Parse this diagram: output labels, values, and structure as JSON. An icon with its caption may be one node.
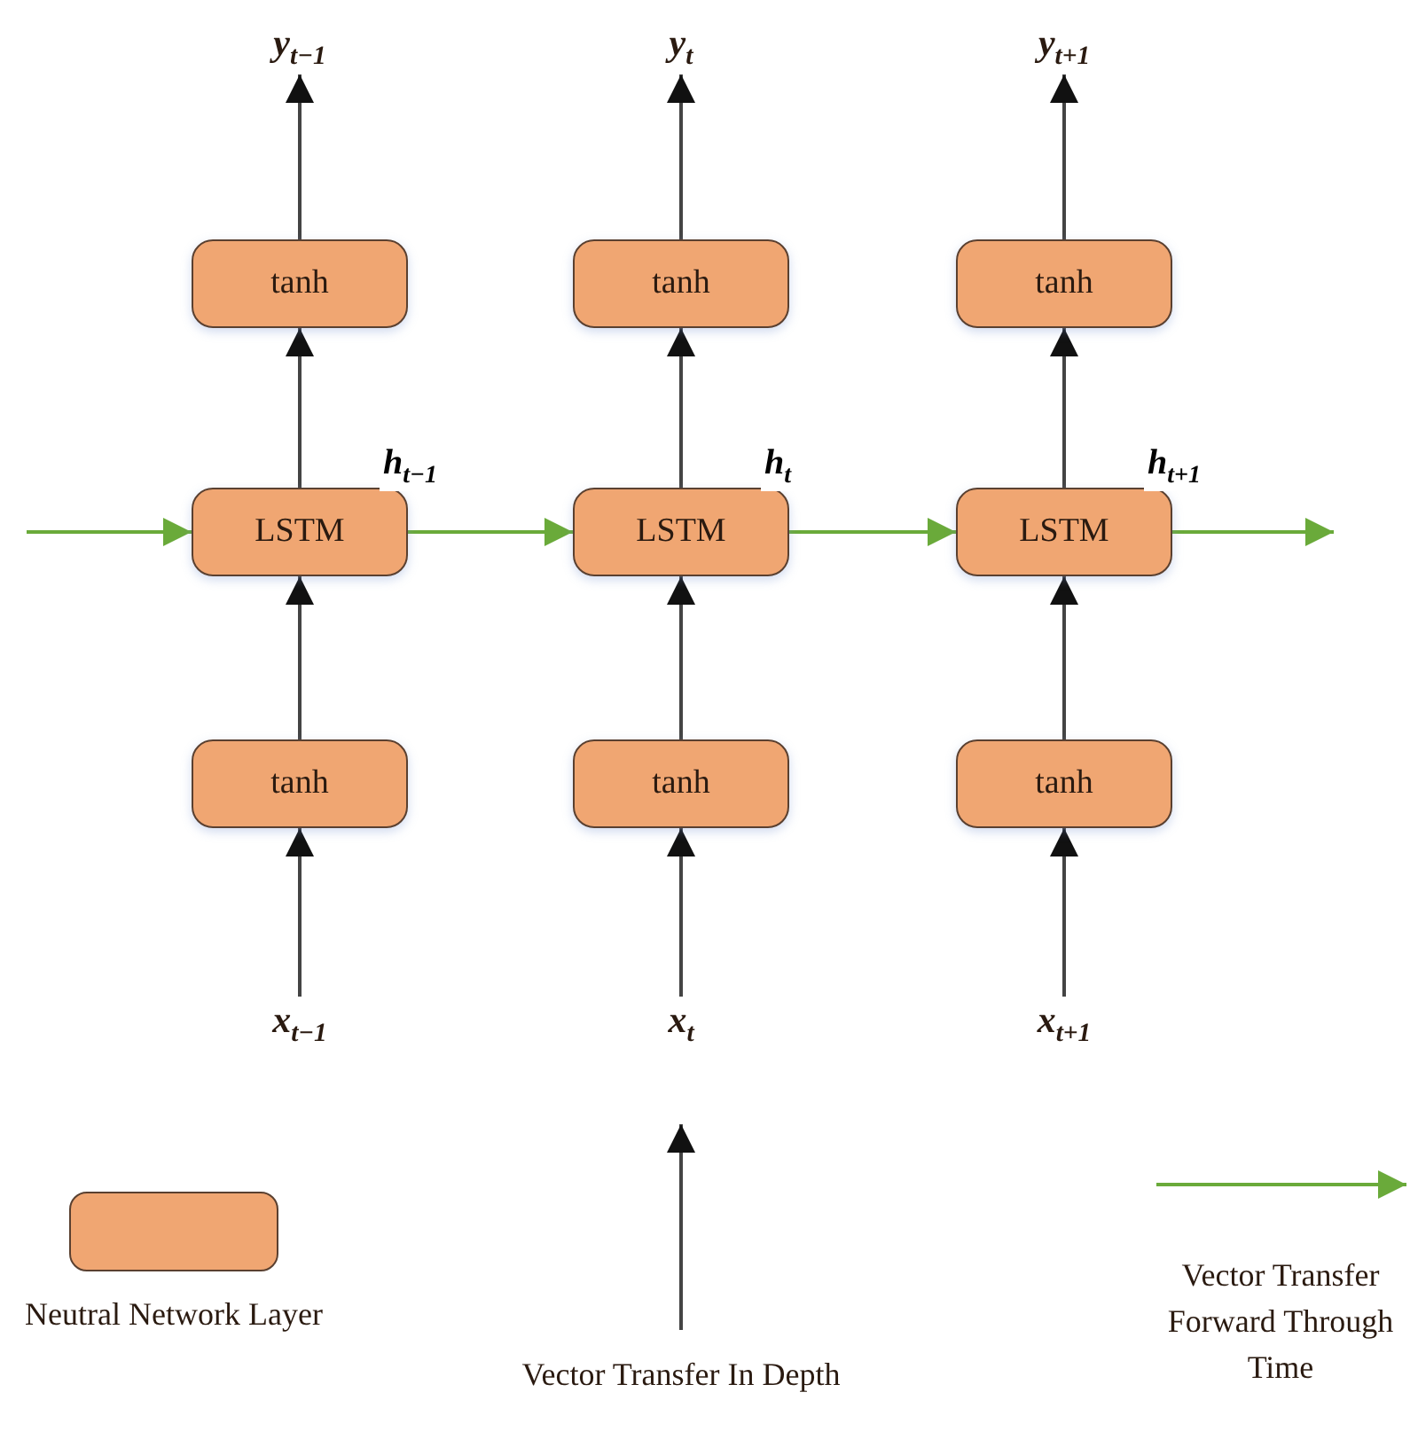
{
  "diagram": {
    "nodes": [
      {
        "text": [
          "y$_{t−1}$"
        ]
      },
      {
        "text": [
          "y$_{t}$"
        ]
      },
      {
        "text": [
          "y$_{t+1}$"
        ]
      },
      {
        "text": [
          "tanh"
        ]
      },
      {
        "text": [
          "tanh"
        ]
      },
      {
        "text": [
          "tanh"
        ]
      },
      {
        "text": [
          "LSTM"
        ]
      },
      {
        "text": [
          "LSTM"
        ]
      },
      {
        "text": [
          "LSTM"
        ]
      },
      {
        "text": [
          "tanh"
        ]
      },
      {
        "text": [
          "tanh"
        ]
      },
      {
        "text": [
          "tanh"
        ]
      },
      {
        "text": [
          "x$_{t−1}$"
        ]
      },
      {
        "text": [
          "x$_{t}$"
        ]
      },
      {
        "text": [
          "x$_{t+1}$"
        ]
      }
    ],
    "edges": [
      {
        "from": 12,
        "to": 9,
        "arrow": "to"
      },
      {
        "from": 13,
        "to": 10,
        "arrow": "to"
      },
      {
        "from": 14,
        "to": 11,
        "arrow": "to"
      },
      {
        "from": 9,
        "to": 6,
        "arrow": "to"
      },
      {
        "from": 10,
        "to": 7,
        "arrow": "to"
      },
      {
        "from": 11,
        "to": 8,
        "arrow": "to"
      },
      {
        "from": 6,
        "to": 3,
        "arrow": "to"
      },
      {
        "from": 7,
        "to": 4,
        "arrow": "to"
      },
      {
        "from": 8,
        "to": 5,
        "arrow": "to"
      },
      {
        "from": 3,
        "to": 0,
        "arrow": "to"
      },
      {
        "from": 4,
        "to": 1,
        "arrow": "to"
      },
      {
        "from": 5,
        "to": 2,
        "arrow": "to"
      },
      {
        "from": null,
        "to": 6,
        "arrow": "to",
        "color": "#6aaa3a"
      },
      {
        "from": 6,
        "to": 7,
        "arrow": "to",
        "label": "h$_{t−1}$",
        "color": "#6aaa3a"
      },
      {
        "from": 7,
        "to": 8,
        "arrow": "to",
        "label": "h$_{t}$",
        "color": "#6aaa3a"
      },
      {
        "from": 8,
        "to": null,
        "arrow": "to",
        "label": "h$_{t+1}$",
        "color": "#6aaa3a"
      }
    ],
    "legend": [
      {
        "text": "Neutral Network Layer",
        "color": "#f0a672"
      },
      {
        "text": "Vector Transfer In Depth"
      },
      {
        "text": "Vector Transfer Forward Through Time"
      }
    ]
  }
}
